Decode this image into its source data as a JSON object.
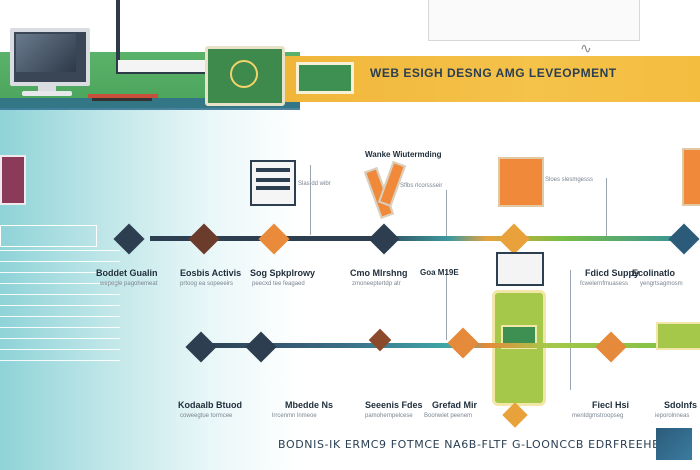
{
  "banner": {
    "title": "WEB ESIGH DESNG AMG LEVEOPMENT"
  },
  "top_labels": {
    "title_top": "Wanke Wiutermding"
  },
  "row1": [
    {
      "label": "Boddet Gualin",
      "sub": "wepegle pagohemeat"
    },
    {
      "label": "Eosbis Activis",
      "sub": "prtoog ea sopeeeirs"
    },
    {
      "label": "Sog Spkplrowy",
      "sub": "peecxd tee feagaed"
    },
    {
      "label": "Cmo Mlrshng",
      "sub": "zmoneeptertdp atr"
    },
    {
      "label": "Fdicd Suppy",
      "sub": "fcwelernfmuasess"
    },
    {
      "label": "Ecolinatlo",
      "sub": "yengrtsagmosm"
    }
  ],
  "row2": [
    {
      "label": "Kodaalb Btuod",
      "sub": "coweegtue tormcee"
    },
    {
      "label": "Mbedde Ns",
      "sub": "lrrcenmn lnmeoe"
    },
    {
      "label": "Seeenis Fdes",
      "sub": "pamohernpelcese"
    },
    {
      "label": "Grefad Mir",
      "sub": "Boonwiet peenem"
    },
    {
      "label": "Fiecl Hsi",
      "sub": "mentdgmstroopseg"
    },
    {
      "label": "Sdolnfs",
      "sub": "ieporolnneas"
    }
  ],
  "top_items": {
    "item_a": "Slas dd wibr",
    "item_b": "Sflbs rlcorssseir",
    "item_c": "Sloes slesmgesss"
  },
  "mid_label": "Goa M19E",
  "footer": "BODNIS-IK ERMC9 FOTMCE NA6B-FLTF G-LOONCCB EDRFREEHBDP",
  "colors": {
    "navy": "#2c3e50",
    "teal": "#3f9aa0",
    "orange": "#e9a23b",
    "green": "#7bbf44",
    "yellow": "#f0b63a"
  }
}
